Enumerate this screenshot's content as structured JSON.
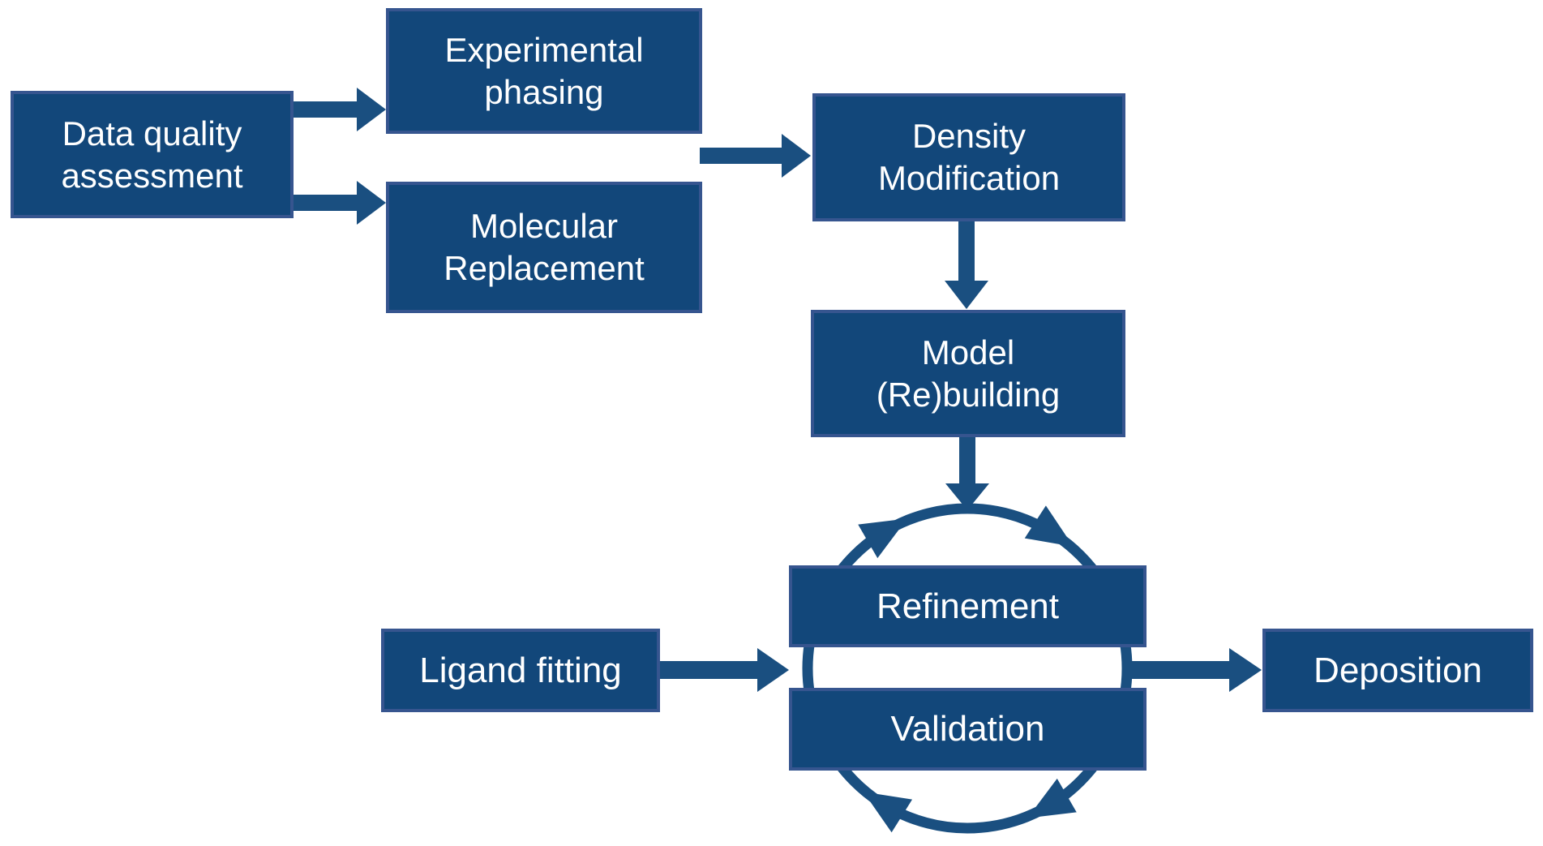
{
  "diagram": {
    "colors": {
      "background": "#FFFFFF",
      "box_fill": "#12477A",
      "box_border": "#36558F",
      "arrow": "#1A4F80",
      "text": "#FFFFFF"
    },
    "nodes": {
      "data_quality_assessment": {
        "label": "Data quality\nassessment"
      },
      "experimental_phasing": {
        "label": "Experimental\nphasing"
      },
      "molecular_replacement": {
        "label": "Molecular\nReplacement"
      },
      "density_modification": {
        "label": "Density\nModification"
      },
      "model_rebuilding": {
        "label": "Model\n(Re)building"
      },
      "refinement": {
        "label": "Refinement"
      },
      "validation": {
        "label": "Validation"
      },
      "ligand_fitting": {
        "label": "Ligand fitting"
      },
      "deposition": {
        "label": "Deposition"
      }
    },
    "edges": [
      {
        "from": "Data quality assessment",
        "to": "Experimental phasing"
      },
      {
        "from": "Data quality assessment",
        "to": "Molecular Replacement"
      },
      {
        "from": "Experimental phasing / Molecular Replacement",
        "to": "Density Modification"
      },
      {
        "from": "Density Modification",
        "to": "Model (Re)building"
      },
      {
        "from": "Model (Re)building",
        "to": "Refinement-Validation cycle"
      },
      {
        "from": "Ligand fitting",
        "to": "Refinement-Validation cycle"
      },
      {
        "from": "Refinement-Validation cycle",
        "to": "Deposition"
      }
    ],
    "cycle": {
      "members": [
        "Refinement",
        "Validation"
      ],
      "direction": "clockwise"
    }
  }
}
